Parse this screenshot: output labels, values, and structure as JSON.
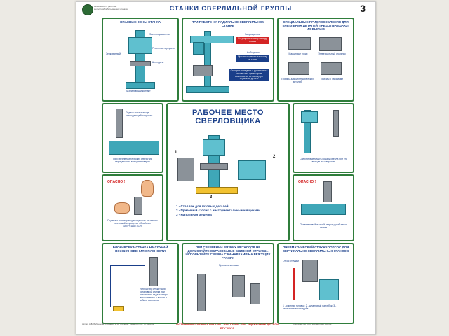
{
  "header": {
    "title": "СТАНКИ СВЕРЛИЛЬНОЙ ГРУППЫ",
    "page_number": "3",
    "logo_text": "Безопасность работ на металлообрабатывающих станках"
  },
  "panels": {
    "danger_zones": {
      "title": "ОПАСНЫЕ ЗОНЫ СТАНКА",
      "labels": [
        "Электродвигатель",
        "Ременная передача",
        "Шпиндель",
        "Зенкованный",
        "Заземляющий контакт"
      ]
    },
    "radial": {
      "title": "ПРИ РАБОТЕ НА РАДИАЛЬНО-СВЕРЛИЛЬНОМ СТАНКЕ",
      "label_zapreshchaetsya": "Запрещается!",
      "box1": "Регулировать зазор на ходу станка",
      "label_neobkhodimo": "Необходимо",
      "box2": "Прочно закрепить заготовку на столе",
      "box3": "Отводить шпиндель с рукоятками в положение, при котором исключается ее выход при опускании детали"
    },
    "fixtures": {
      "title": "СПЕЦИАЛЬНЫЕ ПРИСПОСОБЛЕНИЯ ДЛЯ КРЕПЛЕНИЯ ДЕТАЛЕЙ ПРЕДОТВРАЩАЮТ ИХ ВЫРЫВ",
      "items": [
        "Машинные тиски",
        "Универсальный угольник",
        "Призмы для цилиндрических деталей",
        "Призмы с зажимами"
      ]
    },
    "coolant": {
      "label": "Подача смазывающе-охлаждающей жидкости",
      "caption": "При сверлении глубоких отверстий периодически выводите сверло"
    },
    "gloves": {
      "opasno": "ОПАСНО !",
      "caption": "Подавать охлаждающую жидкость на сверло кисточкой в процессе обработки ЗАПРЕЩАЕТСЯ!"
    },
    "center": {
      "title_line1": "РАБОЧЕЕ МЕСТО",
      "title_line2": "СВЕРЛОВЩИКА",
      "num1": "1",
      "num2": "2",
      "num3": "3",
      "legend": [
        "1 - Стеллаж для готовых деталей",
        "2 - Приемный столик с инструментальными ящиками",
        "3 - Напольная решетка"
      ]
    },
    "cooling_right": {
      "caption": "Сверлят вменимать подачу сверла при его выходе из отверстия"
    },
    "chips": {
      "opasno": "ОПАСНО !",
      "caption": "Останавливайте ошнй патрон рукой лепок станки"
    },
    "interlock": {
      "title": "БЛОКИРОВКА СТАНКА НА СЛУЧАЙ ВОЗНИКНОВЕНИЯ ОПАСНОСТИ",
      "caption": "Устройство служит для остановкой станка при нажатии на педаль и при заклинивании и кнопки в кабине сверлилы"
    },
    "viscous": {
      "title": "ПРИ СВЕРЛЕНИИ ВЯЗКИХ МЕТАЛЛОВ НЕ ДОПУСКАЙТЕ ОБРАЗОВАНИЕ СЛИВНОЙ СТРУЖКИ. ИСПОЛЬЗУЙТЕ СВЕРЛА С КАНАВКАМИ НА РЕЖУЩИХ ГРАНЯХ",
      "label": "Профиль канавки"
    },
    "pneumatic": {
      "title": "ПНЕВМАТИЧЕСКИЙ СТРУЖКООТСОС ДЛЯ ВЕРТИКАЛЬНО-СВЕРЛИЛЬНЫХ СТАНКОВ",
      "label": "Отсос стружки",
      "caption": "1 - очинная головка; 2 - шланговый патрубок; 3 - телескопическая труба"
    }
  },
  "footer": {
    "left": "Автор: А.Б. Бабаньков. Художник И.Б. Турганов. Редактор А.В. Студентов",
    "center": "ОСТАНОВКА ПАТРОНА РУКАМИ - 20% ТРАВМ 20% - УДЕРЖАНИЕ ДЕТАЛИ ВРУЧНУЮ",
    "right": "Издательство ООО «Плакатный центр»"
  },
  "colors": {
    "accent_blue": "#1a3f8a",
    "panel_green": "#2f7d3b",
    "machine_teal": "#3fa7b8",
    "danger_red": "#d42424"
  }
}
